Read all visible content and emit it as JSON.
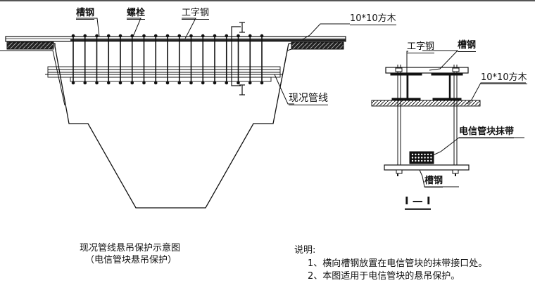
{
  "main_view": {
    "labels": {
      "channel_steel": "槽钢",
      "bolt": "螺栓",
      "i_beam": "工字钢",
      "timber": "10*10方木",
      "existing_pipeline": "现况管线",
      "section_mark": "I"
    },
    "bolt_count": 17,
    "caption_line1": "现况管线悬吊保护示意图",
    "caption_line2": "（电信管块悬吊保护）"
  },
  "section_view": {
    "labels": {
      "i_beam": "工字钢",
      "channel_steel_top": "槽钢",
      "timber": "10*10方木",
      "duct_band": "电信管块抹带",
      "channel_steel_bottom": "槽钢"
    },
    "title": "I — I"
  },
  "notes": {
    "heading": "说明:",
    "items": [
      "1、横向槽钢放置在电信管块的抹带接口处。",
      "2、本图适用于电信管块的悬吊保护。"
    ]
  }
}
